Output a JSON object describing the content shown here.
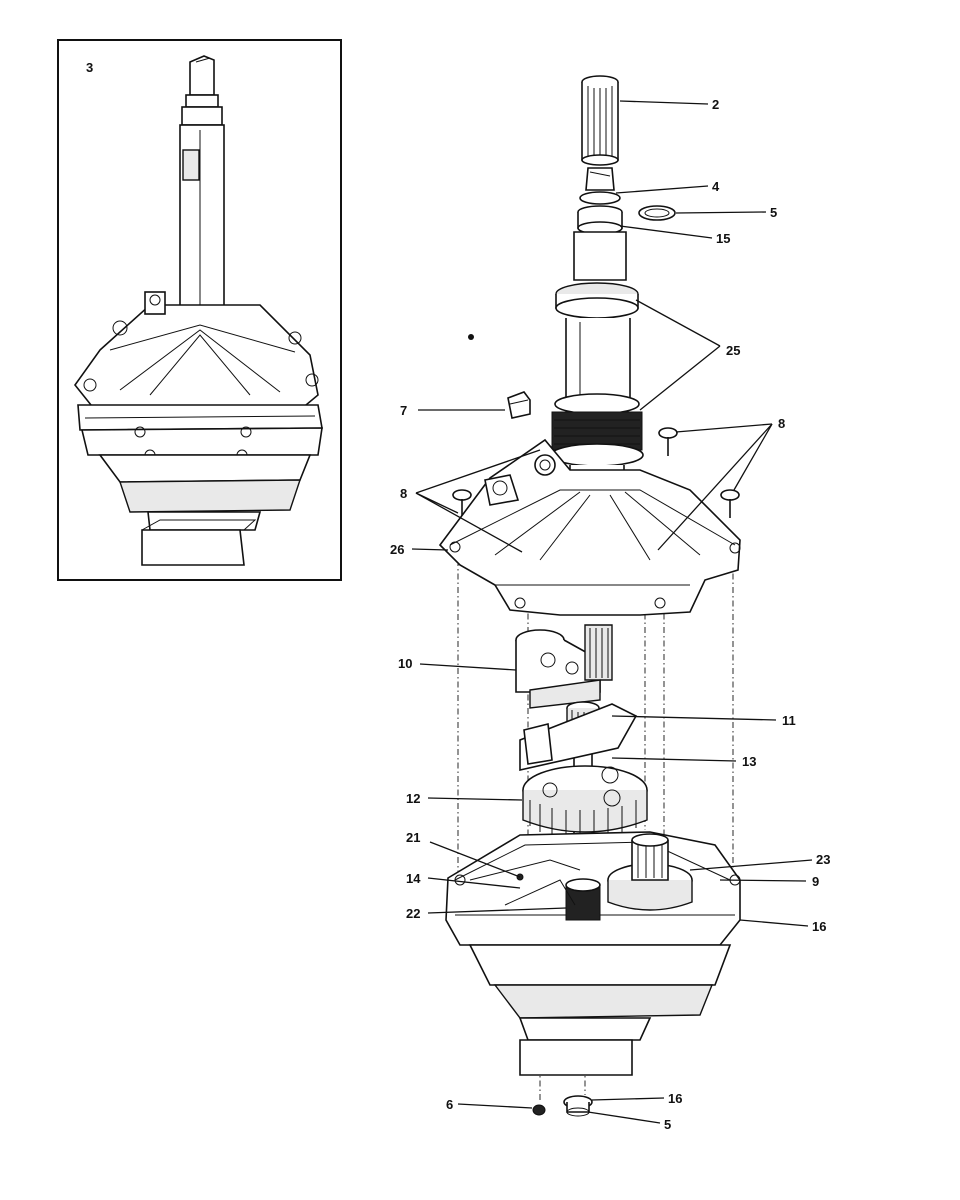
{
  "inset_label": "3",
  "callouts": {
    "c2": "2",
    "c4": "4",
    "c5a": "5",
    "c15": "15",
    "c25": "25",
    "c7": "7",
    "c8a": "8",
    "c8b": "8",
    "c26": "26",
    "c10": "10",
    "c11": "11",
    "c13": "13",
    "c12": "12",
    "c21": "21",
    "c14": "14",
    "c22": "22",
    "c23": "23",
    "c9": "9",
    "c16a": "16",
    "c6": "6",
    "c16b": "16",
    "c5b": "5"
  }
}
